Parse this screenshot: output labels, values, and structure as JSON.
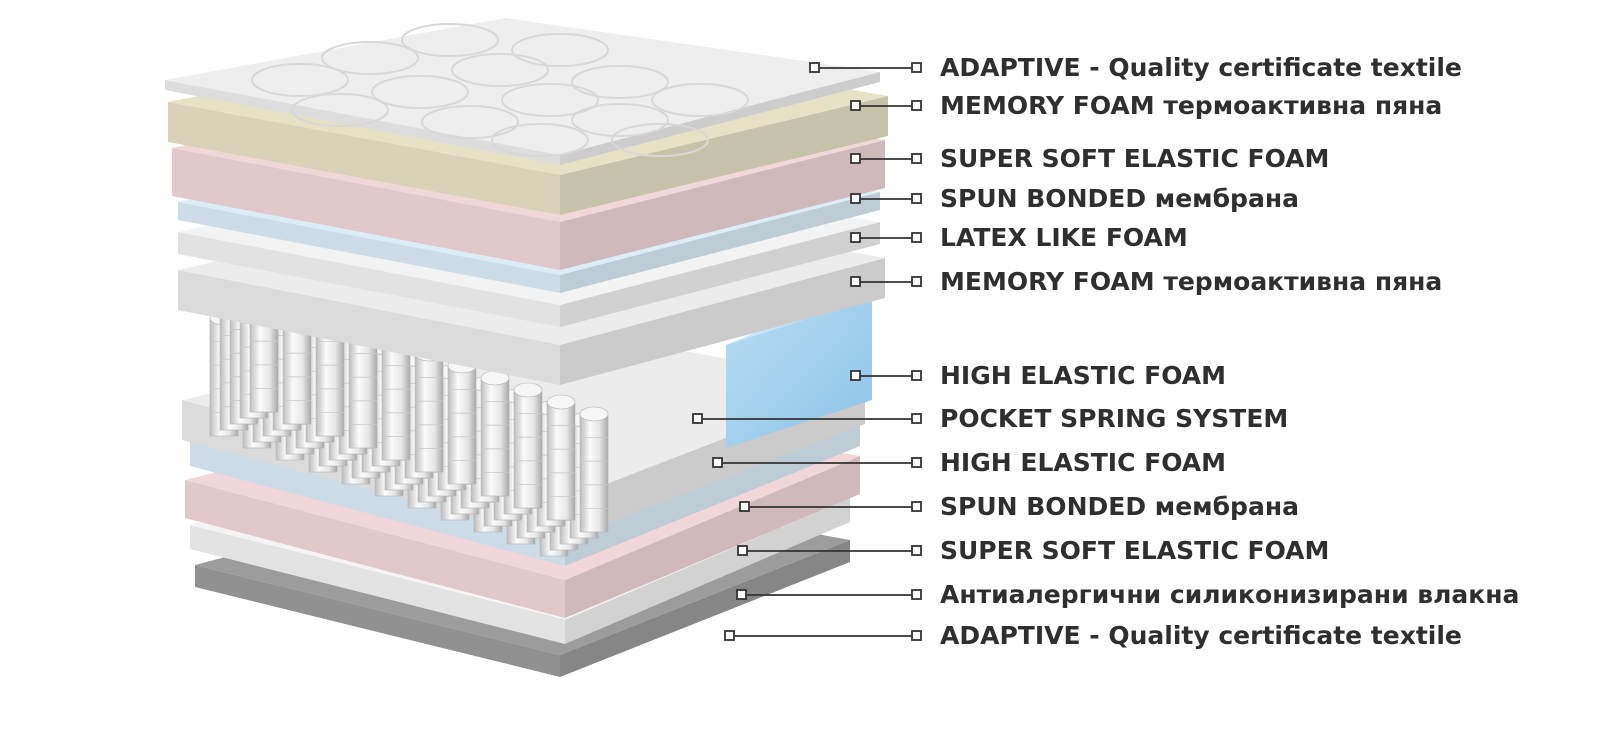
{
  "labels": [
    "ADAPTIVE - Quality certificate textile",
    "MEMORY FOAM термоактивна пяна",
    "SUPER SOFT ELASTIC FOAM",
    "SPUN BONDED мембрана",
    "LATEX LIKE FOAM",
    "MEMORY FOAM термоактивна пяна",
    "HIGH ELASTIC FOAM",
    "POCKET SPRING SYSTEM",
    "HIGH ELASTIC FOAM",
    "SPUN BONDED мембрана",
    "SUPER SOFT ELASTIC FOAM",
    "Антиалергични силиконизирани влакна",
    "ADAPTIVE - Quality certificate textile"
  ],
  "colors": {
    "quilted_textile": "#eeeeee",
    "memory_foam": "#e7e2c6",
    "super_soft_foam": "#f1d7da",
    "spun_bonded": "#dcedf8",
    "latex_like": "#f3f3f3",
    "white_foam": "#ececec",
    "high_elastic": "#a8d4ef",
    "springs": "#e2e2e2",
    "bottom_textile": "#9c9c9c",
    "leader_line": "#333333",
    "label_text": "#2f2f2f"
  }
}
